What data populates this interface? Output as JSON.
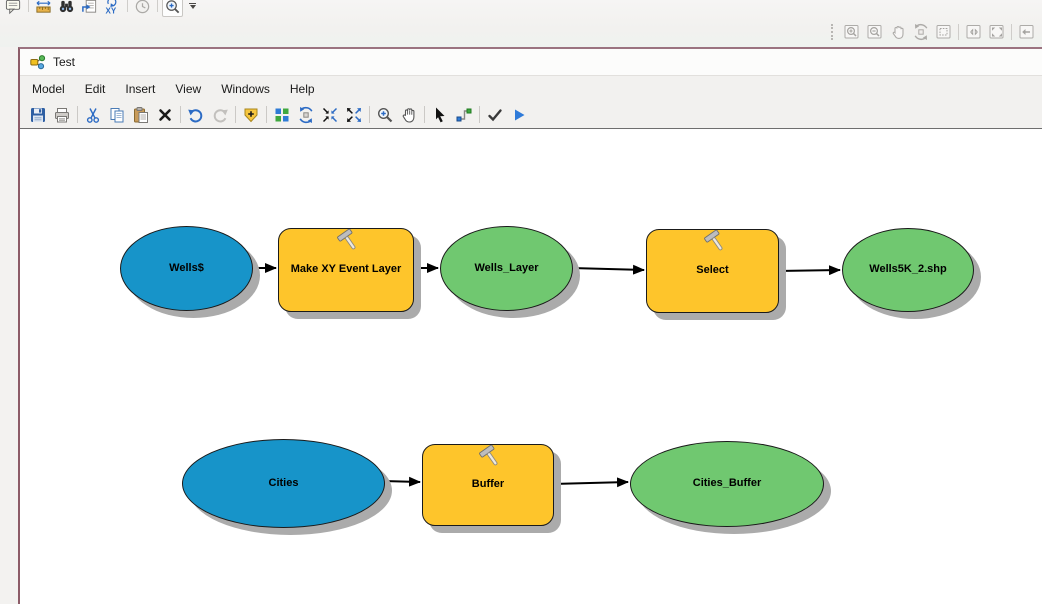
{
  "app": {
    "top_toolbar_left": {
      "icons": [
        "html-popup",
        "measure",
        "find",
        "page-arrow",
        "go-to-xy",
        "time-slider",
        "viewer-window"
      ],
      "overflow_button": "toolbar-options"
    },
    "top_toolbar_right": {
      "state": "disabled",
      "icons": [
        "zoom-in",
        "zoom-out",
        "pan",
        "full-extent",
        "fixed-extent",
        "fixed-zoom-in",
        "fixed-zoom-out",
        "previous-extent",
        "next-extent"
      ]
    }
  },
  "model_window": {
    "title": "Test",
    "menu": [
      "Model",
      "Edit",
      "Insert",
      "View",
      "Windows",
      "Help"
    ],
    "toolbar_icons": [
      "save",
      "print",
      "cut",
      "copy",
      "paste",
      "delete",
      "undo",
      "redo",
      "add-data-or-tool",
      "auto-layout",
      "full-extent",
      "fixed-zoom-in",
      "fixed-zoom-out",
      "zoom-in",
      "pan",
      "select",
      "connect",
      "validate-model",
      "run-model"
    ]
  },
  "canvas": {
    "nodes": [
      {
        "id": "wells",
        "label": "Wells$",
        "type": "input-data"
      },
      {
        "id": "make_xy_event_layer",
        "label": "Make XY Event Layer",
        "type": "tool"
      },
      {
        "id": "wells_layer",
        "label": "Wells_Layer",
        "type": "derived-data"
      },
      {
        "id": "select",
        "label": "Select",
        "type": "tool"
      },
      {
        "id": "wells5k",
        "label": "Wells5K_2.shp",
        "type": "derived-data"
      },
      {
        "id": "cities",
        "label": "Cities",
        "type": "input-data"
      },
      {
        "id": "buffer",
        "label": "Buffer",
        "type": "tool"
      },
      {
        "id": "cities_buffer",
        "label": "Cities_Buffer",
        "type": "derived-data"
      }
    ],
    "connections": [
      {
        "from": "Wells$",
        "to": "Make XY Event Layer"
      },
      {
        "from": "Make XY Event Layer",
        "to": "Wells_Layer"
      },
      {
        "from": "Wells_Layer",
        "to": "Select"
      },
      {
        "from": "Select",
        "to": "Wells5K_2.shp"
      },
      {
        "from": "Cities",
        "to": "Buffer"
      },
      {
        "from": "Buffer",
        "to": "Cities_Buffer"
      }
    ],
    "colors": {
      "input_data": "#1794C9",
      "derived_data": "#70C870",
      "tool": "#FEC52B",
      "shadow": "#ABABAB",
      "connector": "#000000",
      "window_border": "#8C5C68"
    }
  }
}
